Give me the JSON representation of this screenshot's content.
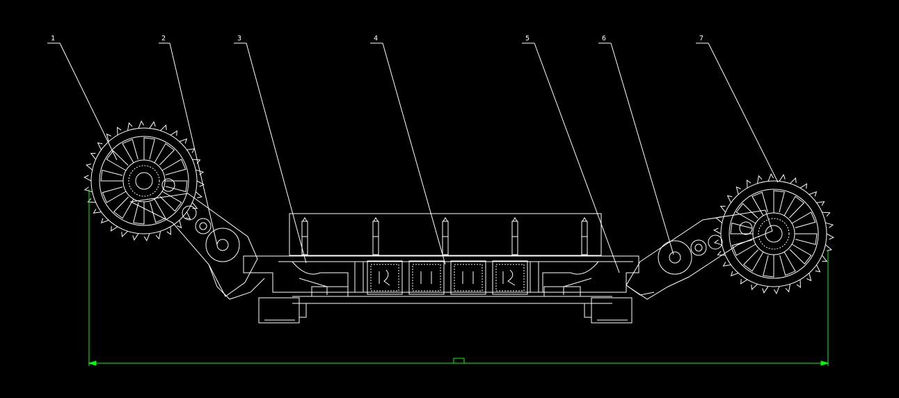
{
  "drawing": {
    "background": "#000000",
    "line_color": "#ffffff",
    "dimension_color": "#00ff00"
  },
  "callouts": [
    {
      "text": "1"
    },
    {
      "text": "2"
    },
    {
      "text": "3"
    },
    {
      "text": "4"
    },
    {
      "text": "5"
    },
    {
      "text": "6"
    },
    {
      "text": "7"
    }
  ],
  "dimension": {
    "text": ""
  }
}
